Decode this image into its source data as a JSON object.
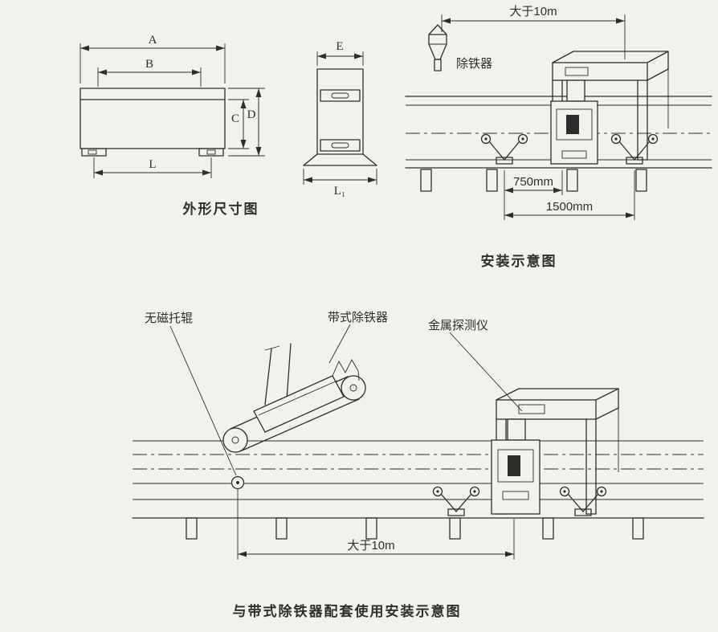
{
  "colors": {
    "bg": "#f2f1ec",
    "line": "#2e2d2b"
  },
  "outline_drawing": {
    "caption": "外形尺寸图",
    "dims": {
      "A": "A",
      "B": "B",
      "C": "C",
      "D": "D",
      "L": "L",
      "E": "E",
      "L1": "L₁"
    }
  },
  "install_drawing": {
    "caption": "安装示意图",
    "distance_label": "大于10m",
    "iron_remover_label": "除铁器",
    "dim_750": "750mm",
    "dim_1500": "1500mm"
  },
  "combined_drawing": {
    "caption": "与带式除铁器配套使用安装示意图",
    "idler_label": "无磁托辊",
    "belt_remover_label": "带式除铁器",
    "detector_label": "金属探测仪",
    "distance_label": "大于10m"
  }
}
